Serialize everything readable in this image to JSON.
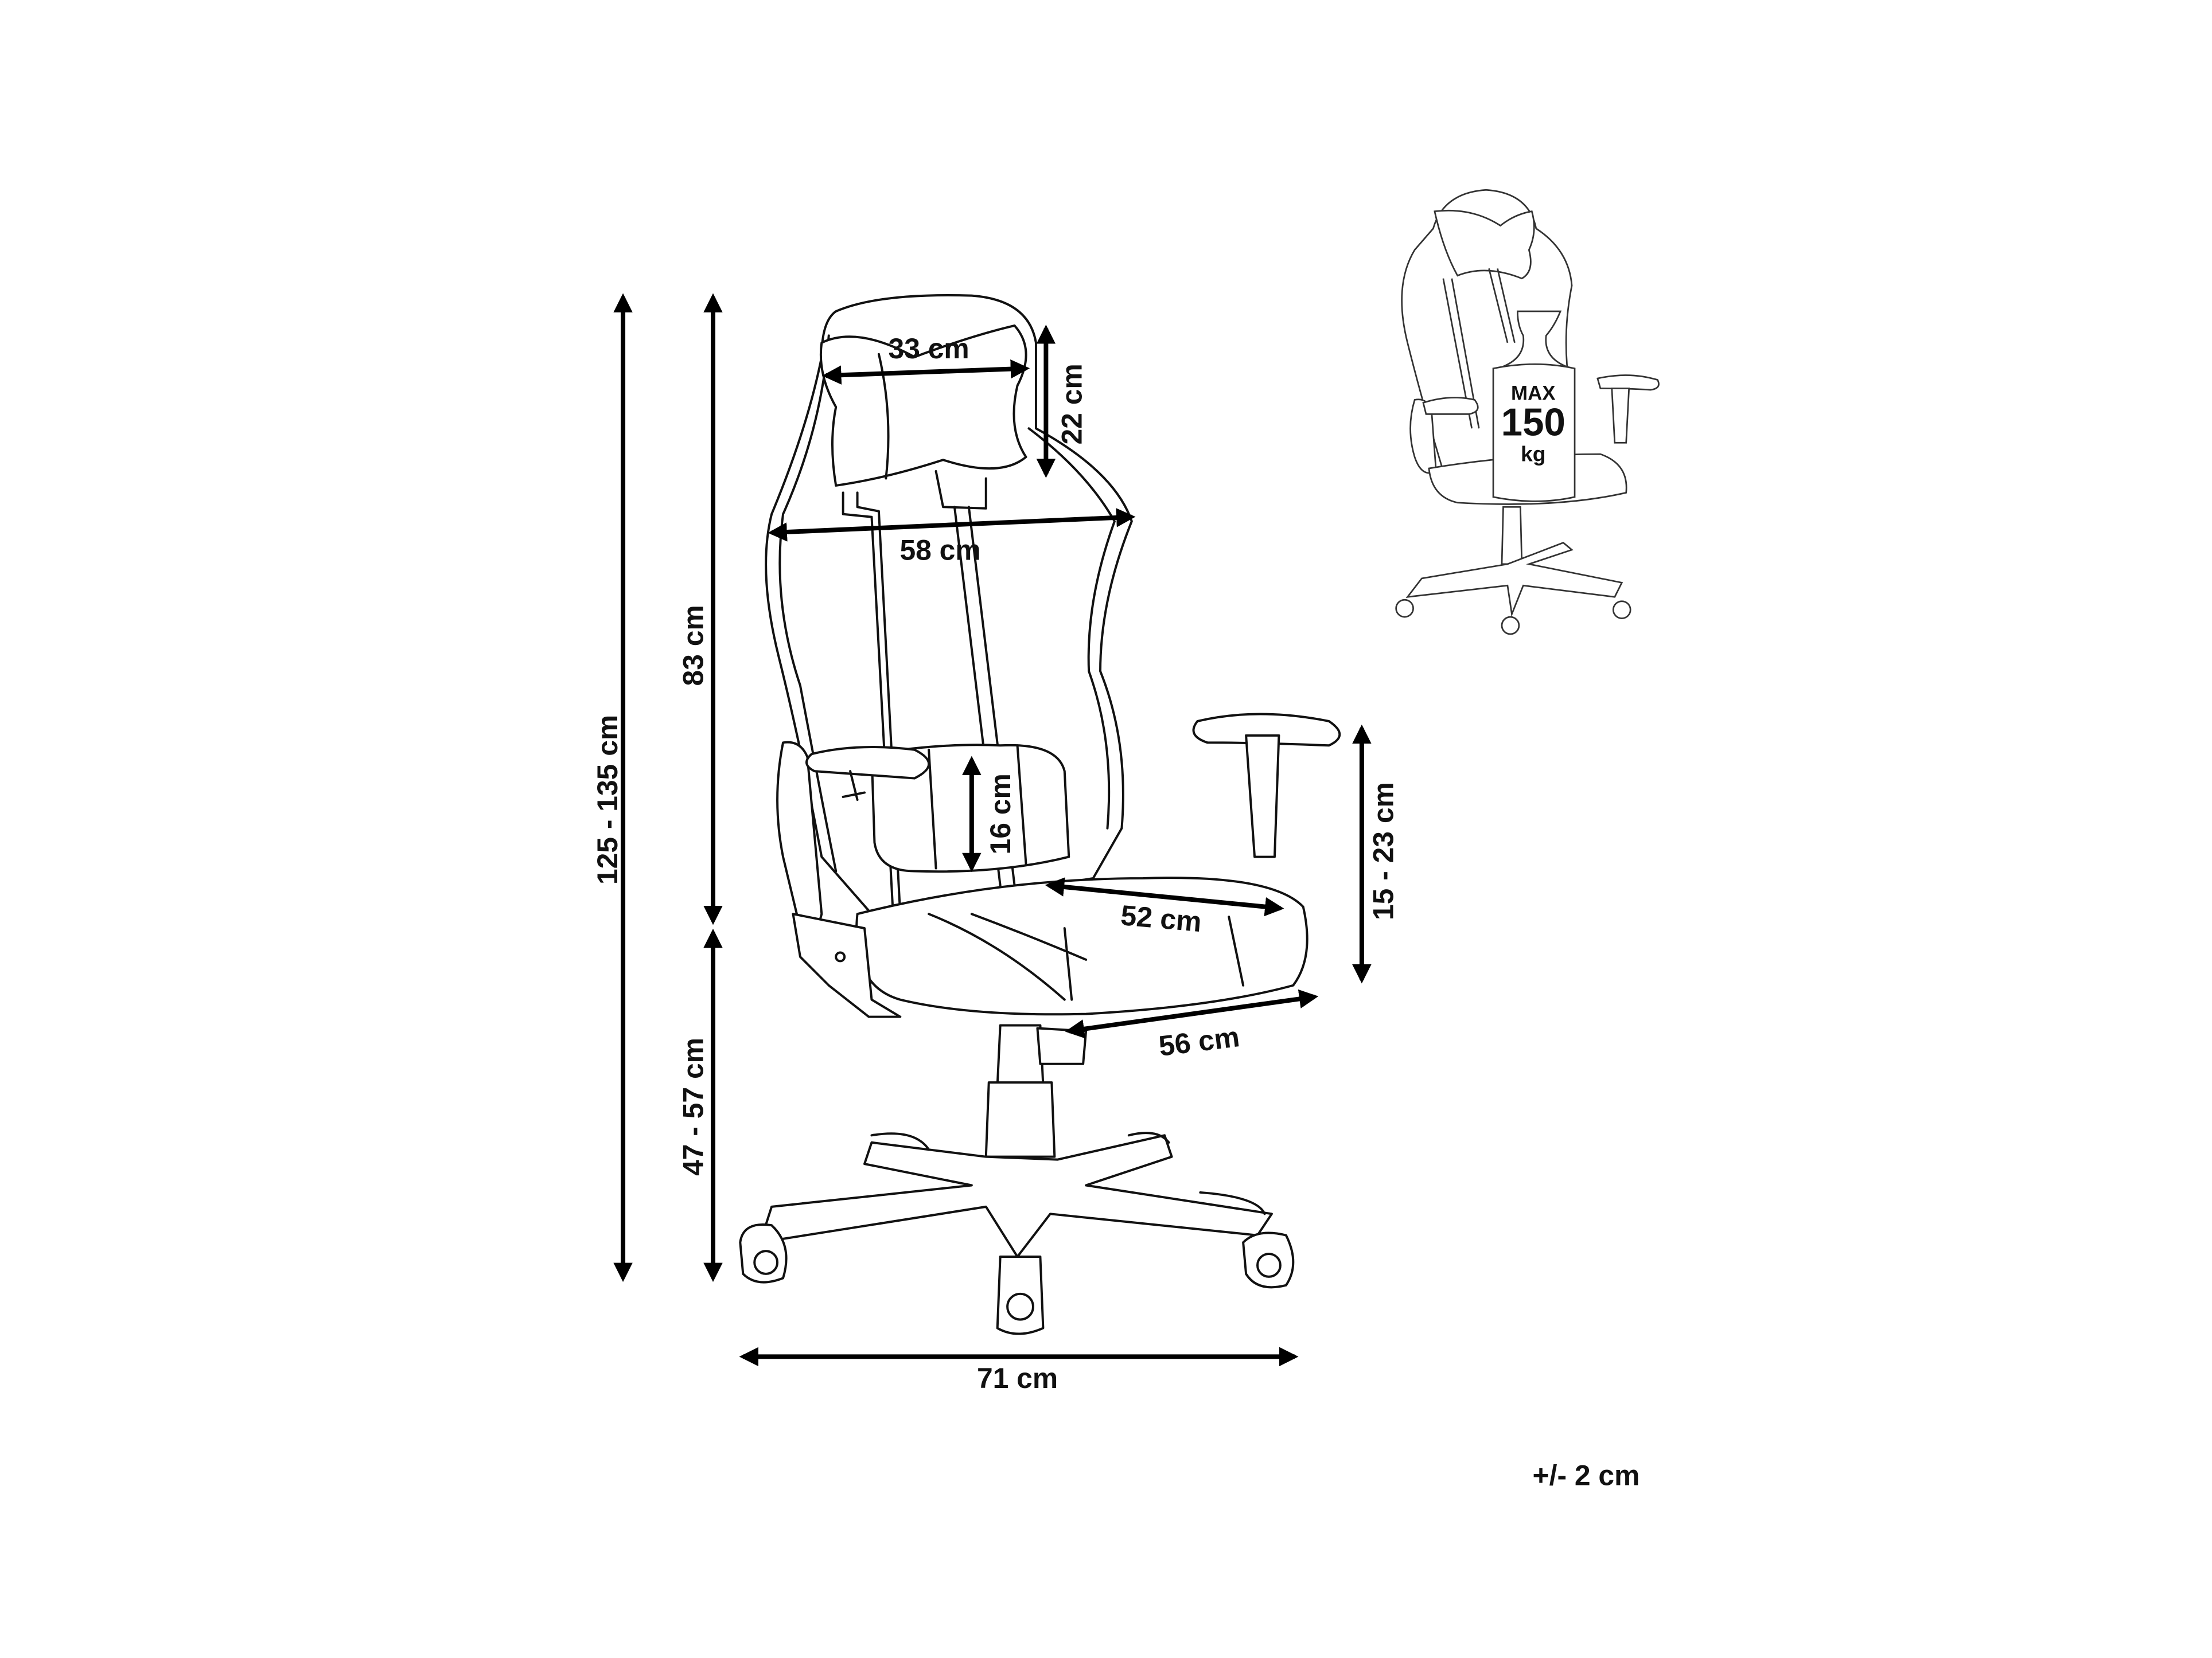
{
  "dimensions": {
    "total_height": "125 - 135 cm",
    "backrest_height": "83 cm",
    "seat_height": "47 - 57 cm",
    "headrest_width": "33 cm",
    "headrest_height": "22 cm",
    "backrest_width": "58 cm",
    "lumbar_height": "16 cm",
    "seat_depth": "52 cm",
    "seat_width": "56 cm",
    "armrest_height": "15 - 23 cm",
    "base_width": "71 cm"
  },
  "tolerance": "+/- 2 cm",
  "max_load": {
    "line1": "MAX",
    "line2": "150",
    "line3": "kg"
  }
}
